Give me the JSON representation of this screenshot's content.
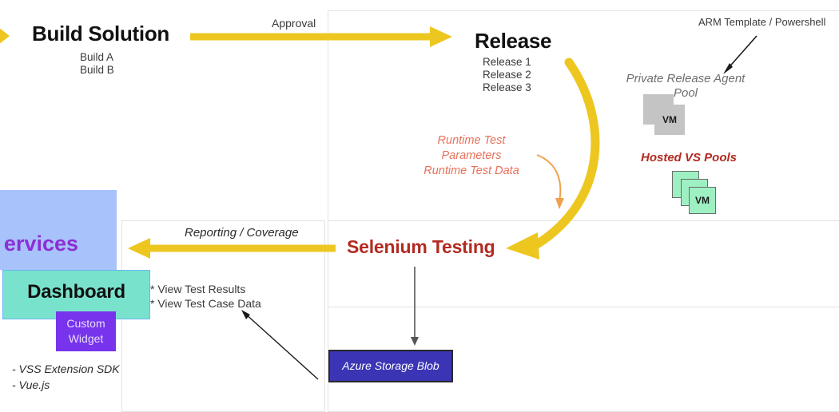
{
  "diagram": {
    "title": "Build / Release / Selenium Testing pipeline",
    "colors": {
      "yellow_arrow": "#edc720",
      "orange_accent": "#e8705a",
      "dark_red": "#b32a20",
      "purple_text": "#8b2fd6",
      "light_blue_box": "#a8c3fb",
      "teal_box": "#79e2cd",
      "purple_box": "#7734ec",
      "indigo_box": "#3b35b5",
      "vm_gray": "#c4c4c4",
      "vm_green": "#9ef0c3",
      "panel_border": "#e3e3e3"
    }
  },
  "build": {
    "heading": "Build Solution",
    "items": [
      "Build A",
      "Build B"
    ]
  },
  "approval": {
    "label": "Approval"
  },
  "release": {
    "heading": "Release",
    "items": [
      "Release 1",
      "Release 2",
      "Release 3"
    ]
  },
  "infrastructure": {
    "arm_label": "ARM Template / Powershell",
    "agent_pool_label": "Private Release Agent Pool",
    "agent_pool_vm_label": "VM",
    "hosted_pools_label": "Hosted VS Pools",
    "hosted_pools_vm_label": "VM"
  },
  "runtime": {
    "lines": [
      "Runtime Test Parameters",
      "Runtime Test Data"
    ]
  },
  "testing": {
    "heading": "Selenium Testing"
  },
  "reporting": {
    "label": "Reporting / Coverage",
    "items": [
      "* View Test Results",
      "* View Test Case Data"
    ]
  },
  "services": {
    "label": "ervices"
  },
  "dashboard": {
    "label": "Dashboard",
    "widget_lines": [
      "Custom",
      "Widget"
    ],
    "tech_items": [
      "- VSS Extension SDK",
      "- Vue.js"
    ]
  },
  "storage": {
    "label": "Azure Storage Blob"
  }
}
